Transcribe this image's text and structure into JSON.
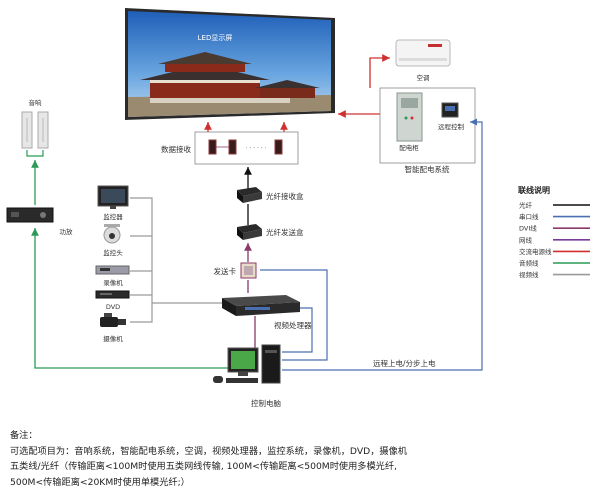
{
  "labels": {
    "led_screen": "LED显示屏",
    "speaker": "音响",
    "aircon": "空调",
    "power_cabinet": "配电柜",
    "remote_control": "远程控制",
    "smart_power": "智能配电系统",
    "data_receive": "数据接收",
    "fiber_receive_box": "光纤接收盒",
    "fiber_send_box": "光纤发送盒",
    "sending_card": "发送卡",
    "video_processor": "视频处理器",
    "amplifier": "功放",
    "monitor": "监控器",
    "camera_head": "监控头",
    "recorder": "录像机",
    "dvd": "DVD",
    "camcorder": "摄像机",
    "control_pc": "控制电脑",
    "remote_power": "远程上电/分步上电",
    "dots": "· · · · · ·"
  },
  "legend": {
    "title": "联线说明",
    "items": [
      {
        "label": "光纤",
        "color": "#111111"
      },
      {
        "label": "串口线",
        "color": "#4a6fb0"
      },
      {
        "label": "DVI线",
        "color": "#8a3a6a"
      },
      {
        "label": "网线",
        "color": "#7a3a9a"
      },
      {
        "label": "交流电源线",
        "color": "#d03030"
      },
      {
        "label": "音频线",
        "color": "#2a9a55"
      },
      {
        "label": "视频线",
        "color": "#9a9a9a"
      }
    ]
  },
  "notes": {
    "heading": "备注：",
    "line1": "可选配项目为：音响系统，智能配电系统，空调，视频处理器，监控系统，录像机，DVD，摄像机",
    "line2": "五类线/光纤（传输距离<100M时使用五类网线传输, 100M<传输距离<500M时使用多模光纤,",
    "line3": "500M<传输距离<20KM时使用单模光纤;）"
  }
}
